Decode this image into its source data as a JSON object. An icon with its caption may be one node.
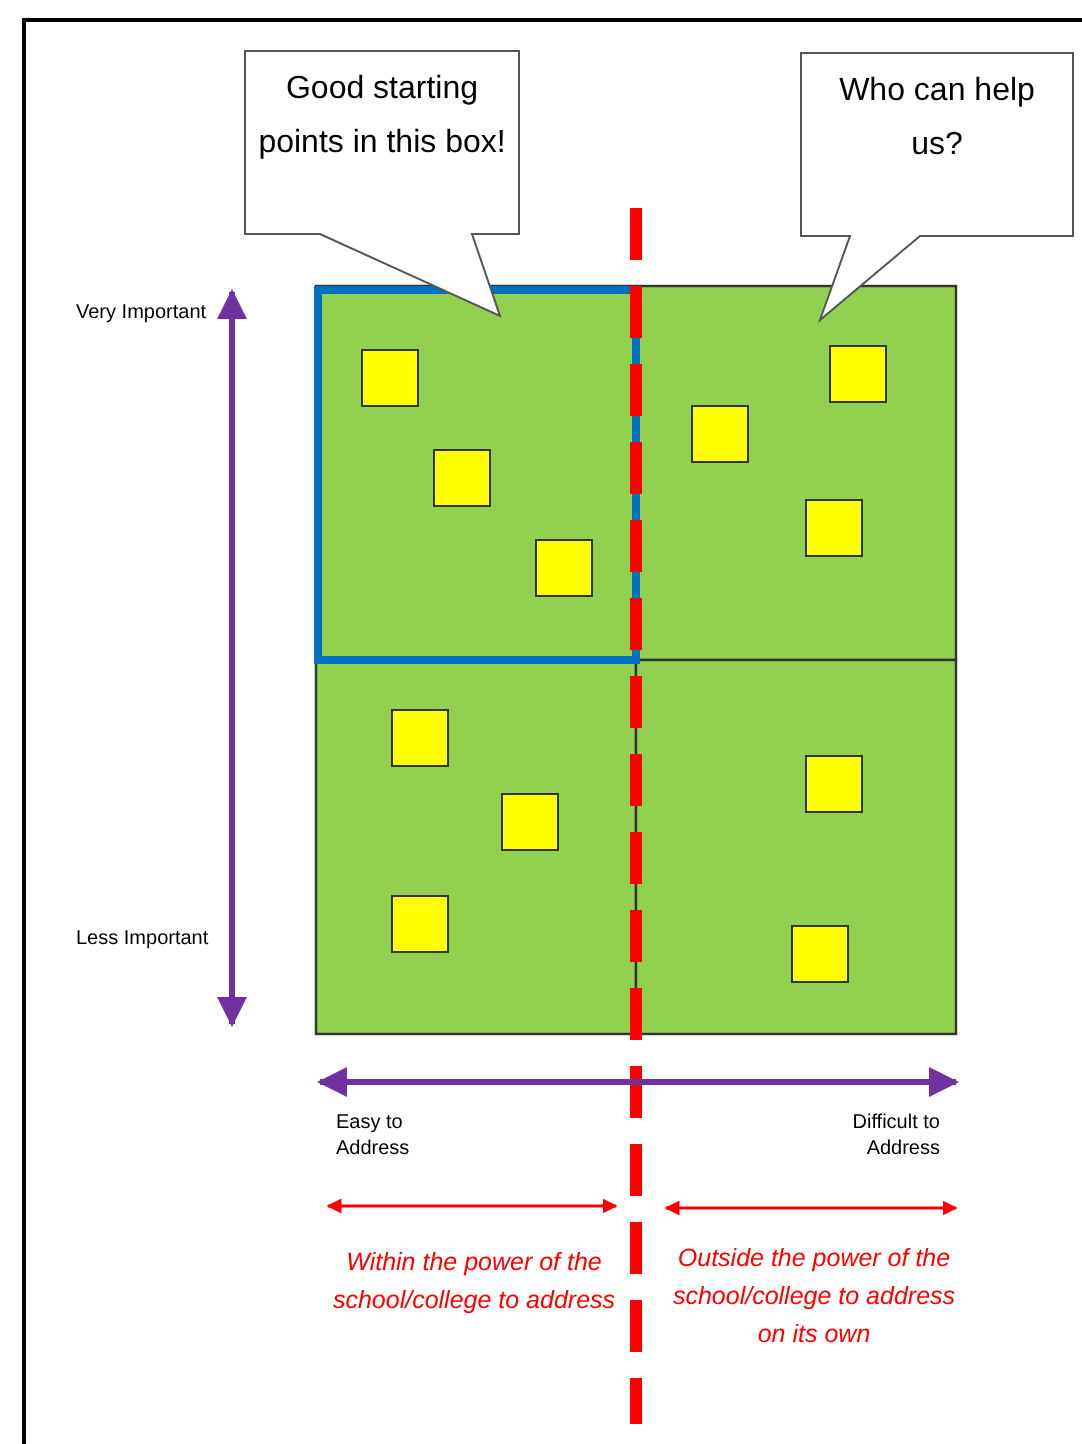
{
  "diagram": {
    "nodes": [
      {
        "text": [
          "Good starting points in this box!"
        ]
      },
      {
        "text": [
          "Who can help us?"
        ]
      }
    ],
    "labels": [
      "Very Important",
      "Less Important",
      "Easy to Address",
      "Difficult to Address",
      "Within the power of the school/college to address",
      "Outside the power of the school/college to address on its own"
    ]
  }
}
